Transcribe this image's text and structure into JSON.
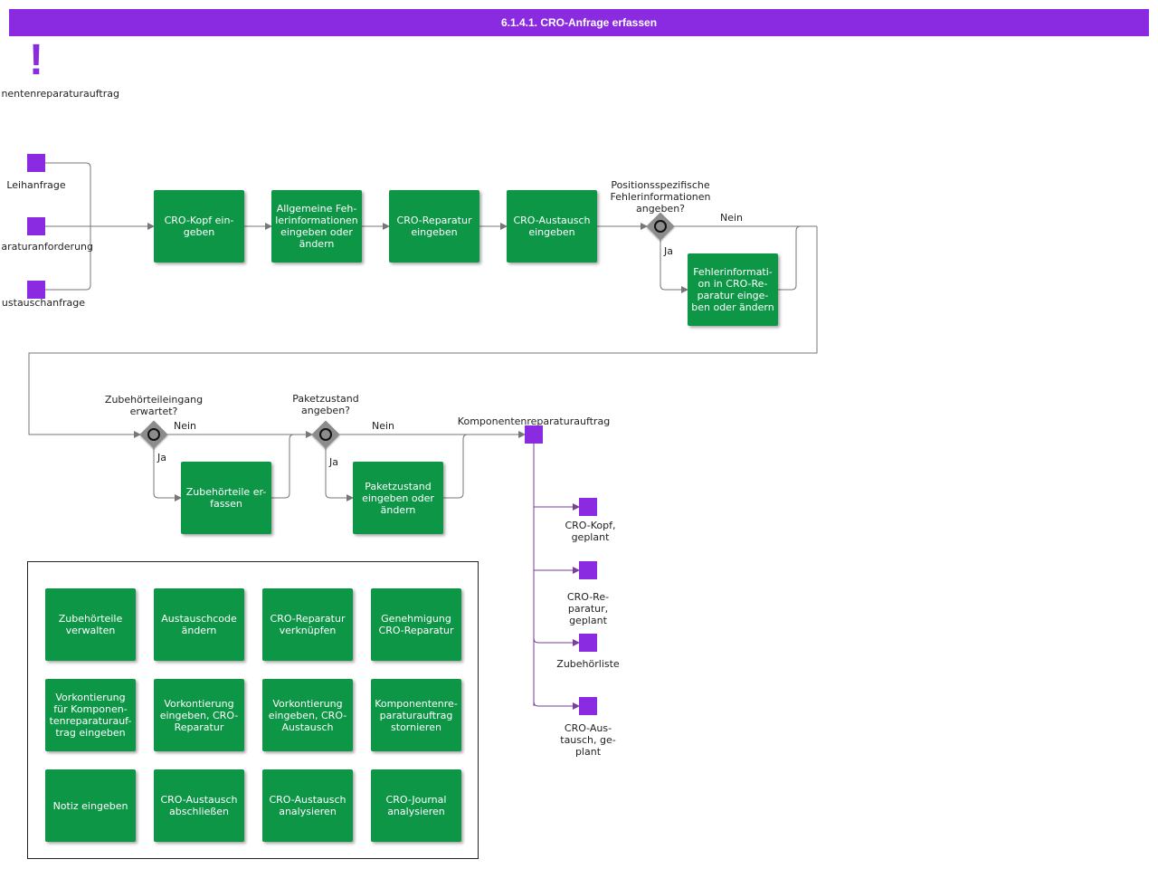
{
  "title": "6.1.4.1. CRO-Anfrage erfassen",
  "colors": {
    "accent": "#8a2be2",
    "task": "#0e9647",
    "gateway": "#8c8c8c"
  },
  "trigger": {
    "icon": "exclamation-icon",
    "label": "nentenreparaturauftrag"
  },
  "start_events": {
    "leihanfrage": "Leihanfrage",
    "reparaturanforderung": "araturanforderung",
    "austauschanfrage": "ustauschanfrage"
  },
  "tasks": {
    "cro_kopf": "CRO-Kopf ein-\ngeben",
    "allg_fehler": "Allgemeine Feh-\nlerinformationen\neingeben oder\nändern",
    "cro_reparatur": "CRO-Reparatur\neingeben",
    "cro_austausch": "CRO-Austausch\neingeben",
    "fehler_pos": "Fehlerinformati-\non in CRO-Re-\nparatur einge-\nben oder ändern",
    "zubehoer": "Zubehörteile er-\nfassen",
    "paketzustand": "Paketzustand\neingeben oder\nändern"
  },
  "gateways": {
    "g1": {
      "question": "Positionsspezifische\nFehlerinformationen\nangeben?",
      "no": "Nein",
      "yes": "Ja"
    },
    "g2": {
      "question": "Zubehörteileingang\nerwartet?",
      "no": "Nein",
      "yes": "Ja"
    },
    "g3": {
      "question": "Paketzustand\nangeben?",
      "no": "Nein",
      "yes": "Ja"
    }
  },
  "end_event": {
    "label": "Komponentenreparaturauftrag"
  },
  "outputs": {
    "kopf": "CRO-Kopf,\ngeplant",
    "reparatur": "CRO-Re-\nparatur,\ngeplant",
    "zubehoerliste": "Zubehörliste",
    "austausch": "CRO-Aus-\ntausch, ge-\nplant"
  },
  "panel_tasks": [
    "Zubehörteile\nverwalten",
    "Austauschcode\nändern",
    "CRO-Reparatur\nverknüpfen",
    "Genehmigung\nCRO-Reparatur",
    "Vorkontierung\nfür Komponen-\ntenreparaturauf-\ntrag eingeben",
    "Vorkontierung\neingeben, CRO-\nReparatur",
    "Vorkontierung\neingeben, CRO-\nAustausch",
    "Komponentenre-\nparaturauftrag\nstornieren",
    "Notiz eingeben",
    "CRO-Austausch\nabschließen",
    "CRO-Austausch\nanalysieren",
    "CRO-Journal\nanalysieren"
  ]
}
